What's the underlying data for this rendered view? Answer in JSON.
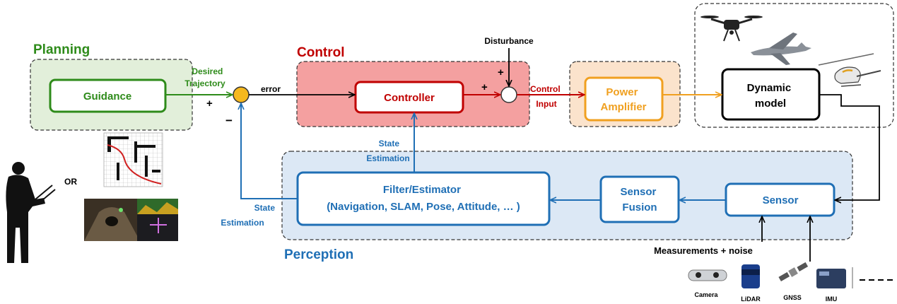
{
  "sections": {
    "planning": "Planning",
    "control": "Control",
    "perception": "Perception"
  },
  "blocks": {
    "guidance": "Guidance",
    "controller": "Controller",
    "power_amplifier": [
      "Power",
      "Amplifier"
    ],
    "dynamic_model": [
      "Dynamic",
      "model"
    ],
    "sensor": "Sensor",
    "sensor_fusion": [
      "Sensor",
      "Fusion"
    ],
    "filter_estimator": [
      "Filter/Estimator",
      "(Navigation, SLAM, Pose, Attitude, … )"
    ]
  },
  "signals": {
    "desired_trajectory": [
      "Desired",
      "Trajectory"
    ],
    "error": "error",
    "disturbance": "Disturbance",
    "control_input": [
      "Control",
      "Input"
    ],
    "state_estimation_top": [
      "State",
      "Estimation"
    ],
    "state_estimation_left": [
      "State",
      "Estimation"
    ],
    "measurements": "Measurements + noise",
    "or": "OR"
  },
  "signs": {
    "sum1_plus": "+",
    "sum1_minus": "−",
    "sum2_plus_top": "+",
    "sum2_plus_left": "+"
  },
  "sensors": [
    "Camera",
    "LiDAR",
    "GNSS",
    "IMU"
  ],
  "colors": {
    "planning": "#2e8b1a",
    "planning_bg": "#e2efda",
    "control": "#c00000",
    "control_bg": "#f4a0a0",
    "power": "#f0a020",
    "power_bg": "#fbe3cc",
    "perception": "#1f6fb5",
    "perception_bg": "#dce8f5",
    "sum_fill": "#f5b81e"
  }
}
